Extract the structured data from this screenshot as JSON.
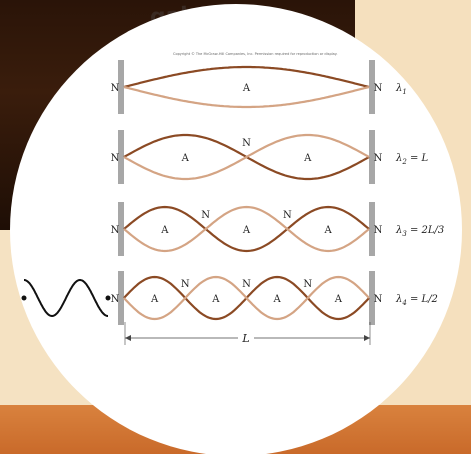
{
  "header": {
    "title_fragment": "gak"
  },
  "figure": {
    "copyright": "Copyright © The McGraw-Hill Companies, Inc. Permission required for reproduction or display.",
    "modes": [
      {
        "label_lambda": "λ",
        "label_sub": "1",
        "label_rest": "",
        "antinodes": [
          "A"
        ],
        "nodes": [
          "N",
          "N"
        ]
      },
      {
        "label_lambda": "λ",
        "label_sub": "2",
        "label_rest": " = L",
        "antinodes": [
          "A",
          "A"
        ],
        "nodes": [
          "N",
          "N",
          "N"
        ]
      },
      {
        "label_lambda": "λ",
        "label_sub": "3",
        "label_rest": " = 2L/3",
        "antinodes": [
          "A",
          "A",
          "A"
        ],
        "nodes": [
          "N",
          "N",
          "N",
          "N"
        ]
      },
      {
        "label_lambda": "λ",
        "label_sub": "4",
        "label_rest": " = L/2",
        "antinodes": [
          "A",
          "A",
          "A",
          "A"
        ],
        "nodes": [
          "N",
          "N",
          "N",
          "N",
          "N"
        ]
      }
    ],
    "length_label": "L"
  },
  "colors": {
    "wave_dark": "#8b4a24",
    "wave_light": "#d4a484",
    "wall": "#8a8a8a",
    "drive_wave": "#111111"
  }
}
